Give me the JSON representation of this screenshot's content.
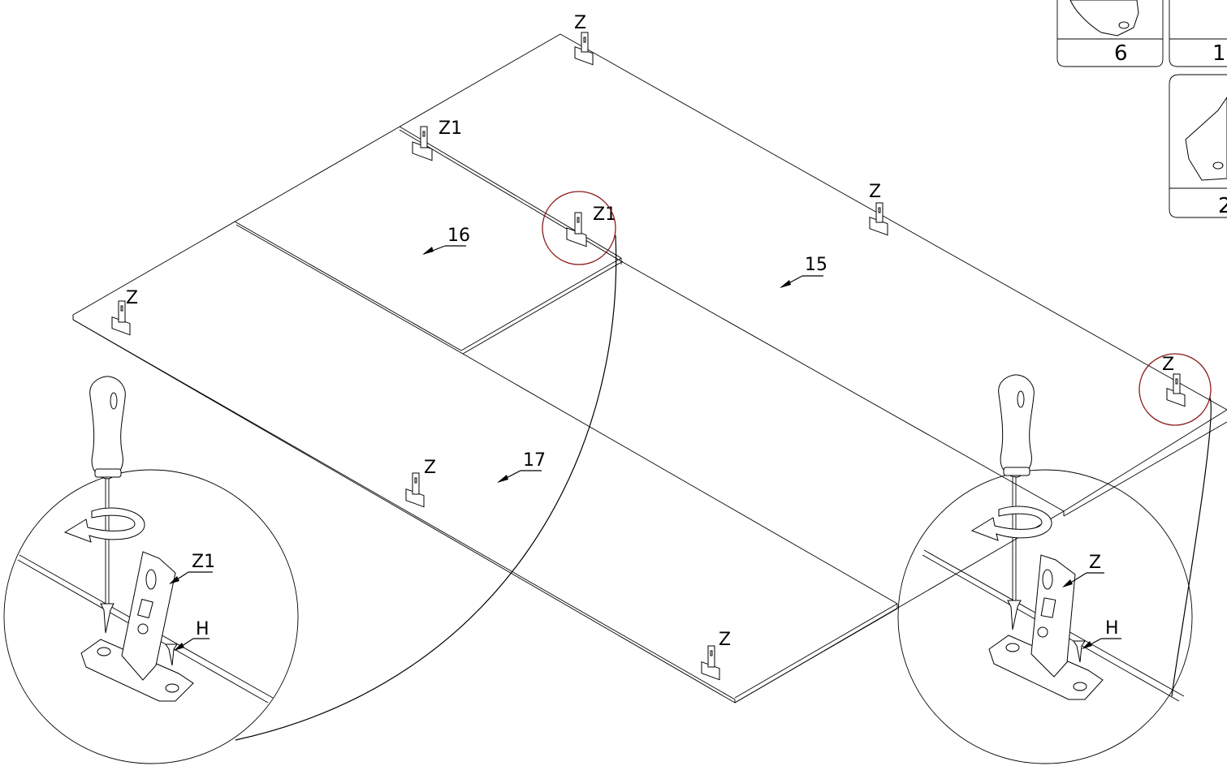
{
  "panels": {
    "panel_15": "15",
    "panel_16": "16",
    "panel_17": "17"
  },
  "fittings": {
    "z_top": "Z",
    "z1_upper": "Z1",
    "z1_circled": "Z1",
    "z_right_mid": "Z",
    "z_left": "Z",
    "z_circled_right": "Z",
    "z_bottom_mid": "Z",
    "z_bottom_right": "Z"
  },
  "detail_left": {
    "bracket": "Z1",
    "screw": "H"
  },
  "detail_right": {
    "bracket": "Z",
    "screw": "H"
  },
  "parts_box": {
    "count_a": "6",
    "count_b": "1",
    "count_c": "2"
  },
  "colors": {
    "highlight": "#8b1a1a",
    "line": "#000000"
  }
}
